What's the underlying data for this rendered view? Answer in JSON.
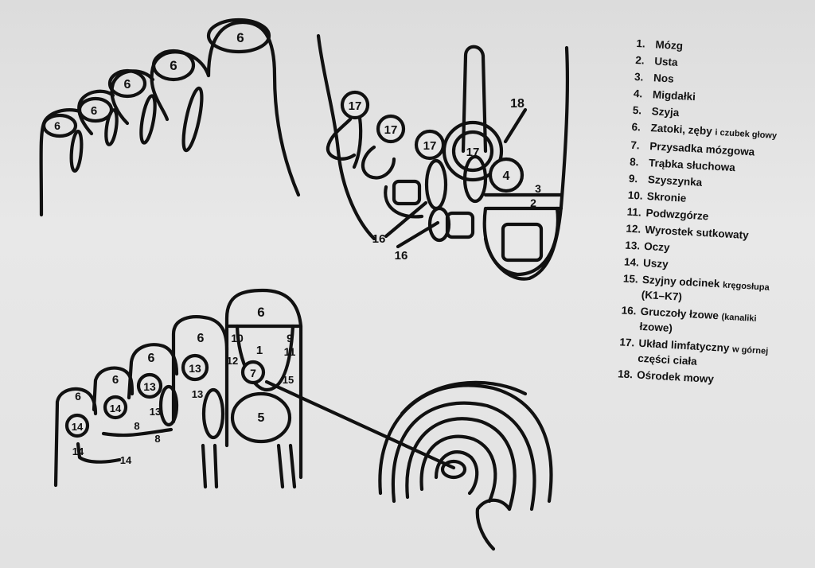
{
  "legend": [
    {
      "num": "1.",
      "text": "Mózg"
    },
    {
      "num": "2.",
      "text": "Usta"
    },
    {
      "num": "3.",
      "text": "Nos"
    },
    {
      "num": "4.",
      "text": "Migdałki"
    },
    {
      "num": "5.",
      "text": "Szyja"
    },
    {
      "num": "6.",
      "text": "Zatoki, zęby",
      "small": "i czubek głowy"
    },
    {
      "num": "7.",
      "text": "Przysadka mózgowa"
    },
    {
      "num": "8.",
      "text": "Trąbka słuchowa"
    },
    {
      "num": "9.",
      "text": "Szyszynka"
    },
    {
      "num": "10.",
      "text": "Skronie"
    },
    {
      "num": "11.",
      "text": "Podwzgórze"
    },
    {
      "num": "12.",
      "text": "Wyrostek sutkowaty"
    },
    {
      "num": "13.",
      "text": "Oczy"
    },
    {
      "num": "14.",
      "text": "Uszy"
    },
    {
      "num": "15.",
      "text": "Szyjny odcinek",
      "small": "kręgosłupa",
      "line2": "(K1–K7)"
    },
    {
      "num": "16.",
      "text": "Gruczoły łzowe",
      "small": "(kanaliki",
      "line2": "łzowe)"
    },
    {
      "num": "17.",
      "text": "Układ limfatyczny",
      "small": "w górnej",
      "line2": "części ciała"
    },
    {
      "num": "18.",
      "text": "Ośrodek mowy"
    }
  ],
  "labels": {
    "l1": "1",
    "l2": "2",
    "l3": "3",
    "l4": "4",
    "l5": "5",
    "l6": "6",
    "l7": "7",
    "l8": "8",
    "l9": "9",
    "l10": "10",
    "l11": "11",
    "l12": "12",
    "l13": "13",
    "l14": "14",
    "l15": "15",
    "l16": "16",
    "l17": "17",
    "l18": "18"
  }
}
